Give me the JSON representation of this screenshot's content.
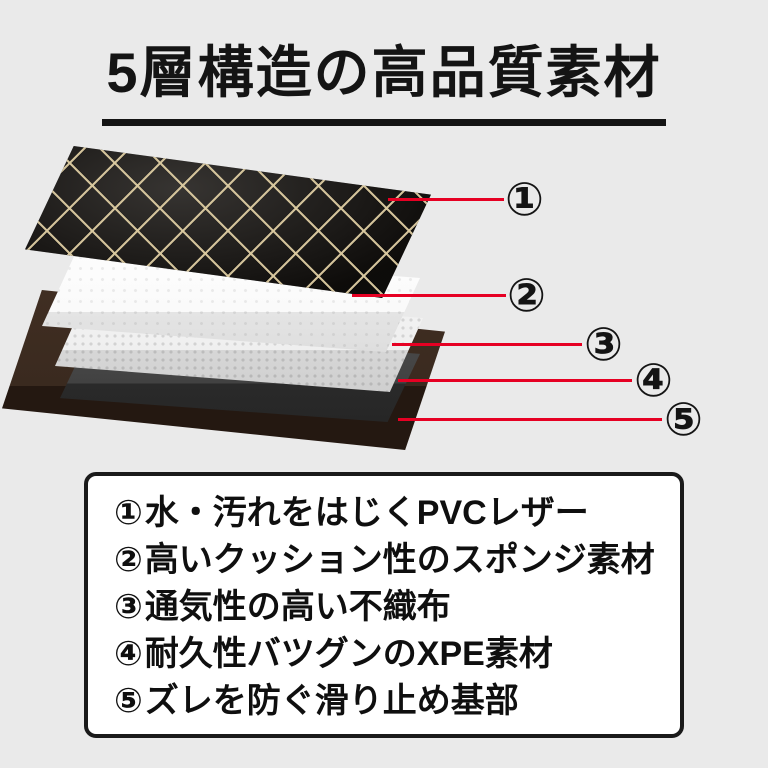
{
  "header": {
    "title": "5層構造の高品質素材"
  },
  "diagram": {
    "layers": [
      {
        "name": "pvc-leather",
        "color": "#161310"
      },
      {
        "name": "sponge",
        "color": "#fafafa"
      },
      {
        "name": "nonwoven",
        "color": "#efefef"
      },
      {
        "name": "xpe",
        "color": "#424242"
      },
      {
        "name": "anti-slip-base",
        "color": "#3a2a1f"
      }
    ],
    "callouts": [
      {
        "number": "①"
      },
      {
        "number": "②"
      },
      {
        "number": "③"
      },
      {
        "number": "④"
      },
      {
        "number": "⑤"
      }
    ],
    "line_color": "#e60023",
    "stitch_color": "#dbcaa0"
  },
  "legend": {
    "items": [
      {
        "number": "①",
        "text": "水・汚れをはじくPVCレザー"
      },
      {
        "number": "②",
        "text": "高いクッション性のスポンジ素材"
      },
      {
        "number": "③",
        "text": "通気性の高い不織布"
      },
      {
        "number": "④",
        "text": "耐久性バツグンのXPE素材"
      },
      {
        "number": "⑤",
        "text": "ズレを防ぐ滑り止め基部"
      }
    ]
  },
  "colors": {
    "background": "#eaeaea",
    "title_text": "#141414",
    "accent_red": "#e60023",
    "legend_border": "#1a1a1a",
    "legend_background": "#ffffff"
  }
}
